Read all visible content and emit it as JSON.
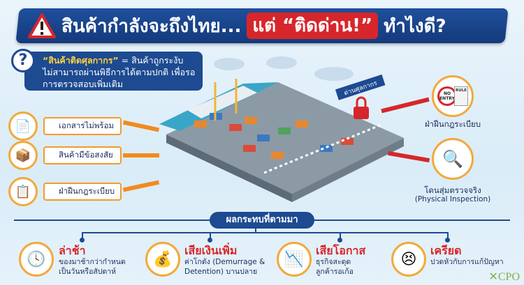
{
  "title": {
    "part1": "สินค้ากำลังจะถึงไทย...",
    "highlight": "แต่ “ติดด่าน!”",
    "part2": "ทำไงดี?"
  },
  "definition": {
    "term": "“สินค้าติดศุลกากร”",
    "text": " = สินค้าถูกระงับ ไม่สามารถผ่านพิธีการได้ตามปกติ เพื่อรอการตรวจสอบเพิ่มเติม"
  },
  "causes_left": [
    "เอกสารไม่พร้อม",
    "สินค้ามีข้อสงสัย",
    "ฝ่าฝืนกฎระเบียบ"
  ],
  "port": {
    "sign": "ด่านศุลกากร",
    "no_entry": "NO ENTRY",
    "rule": "RULE"
  },
  "causes_right": [
    {
      "label": "ฝ่าฝืนกฎระเบียบ"
    },
    {
      "label": "โดนสุ่มตรวจจริง",
      "sub": "(Physical Inspection)"
    }
  ],
  "impacts_title": "ผลกระทบที่ตามมา",
  "impacts": [
    {
      "title": "ล่าช้า",
      "l1": "ของมาช้ากว่ากำหนด",
      "l2": "เป็นวันหรือสัปดาห์"
    },
    {
      "title": "เสียเงินเพิ่ม",
      "l1": "ค่าโกดัง (Demurrage &",
      "l2": "Detention) บานปลาย"
    },
    {
      "title": "เสียโอกาส",
      "l1": "ธุรกิจสะดุด",
      "l2": "ลูกค้ารอเก้อ"
    },
    {
      "title": "เครียด",
      "l1": "ปวดหัวกับการแก้ปัญหา",
      "l2": ""
    }
  ],
  "logo": "CPO"
}
